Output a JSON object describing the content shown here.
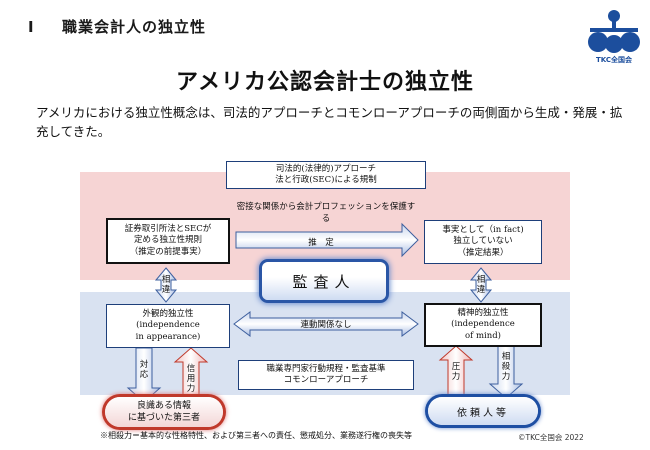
{
  "header": {
    "numeral": "Ⅰ",
    "section": "職業会計人の独立性",
    "logo_text": "TKC全国会"
  },
  "title": "アメリカ公認会計士の独立性",
  "lead": "アメリカにおける独立性概念は、司法的アプローチとコモンローアプローチの両側面から生成・発展・拡充してきた。",
  "diagram": {
    "judicial": {
      "line1": "司法的(法律的)アプローチ",
      "line2": "法と行政(SEC)による規制"
    },
    "close_relation": "密接な関係から会計プロフェッションを保護する",
    "securities": {
      "line1": "証券取引所法とSECが",
      "line2": "定める独立性規則",
      "line3": "（推定の前提事実）"
    },
    "presumption": "推　定",
    "in_fact": {
      "line1": "事実として（in fact)",
      "line2": "独立していない",
      "line3": "（推定結果）"
    },
    "sogo_left": "相違",
    "sogo_right": "相違",
    "auditor": "監査人",
    "appearance": {
      "line1": "外観的独立性",
      "line2": "(independence",
      "line3": "in appearance)"
    },
    "no_link": "連動関係なし",
    "mental": {
      "line1": "精神的独立性",
      "line2": "(independence",
      "line3": "of mind)"
    },
    "taio": "対応",
    "shinyoryoku": "信用力",
    "atsuryoku": "圧力",
    "sosairyoku": "相殺力",
    "common_law": {
      "line1": "職業専門家行動規程・監査基準",
      "line2": "コモンローアプローチ"
    },
    "third_party": {
      "line1": "良識ある情報",
      "line2": "に基づいた第三者"
    },
    "client": "依頼人等"
  },
  "footnote": "※相殺力＝基本的な性格特性、および第三者への責任、懲戒処分、業務遂行権の喪失等",
  "copyright": "©TKC全国会 2022",
  "colors": {
    "navy": "#1e3f7a",
    "pink_band": "#f6d4d4",
    "blue_band": "#d9e2f1",
    "red": "#c0392b",
    "logo_blue": "#1c4e9d"
  }
}
